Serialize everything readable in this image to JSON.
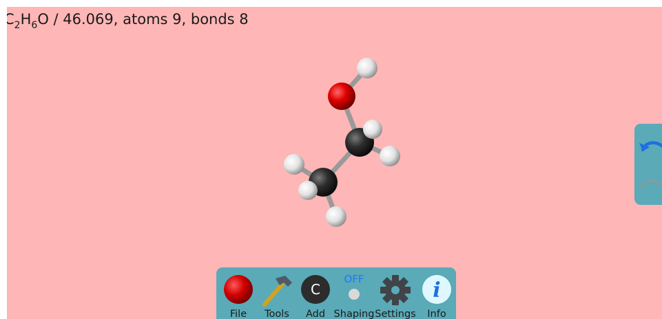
{
  "readout": {
    "formula_parts": [
      "C",
      "2",
      "H",
      "6",
      "O"
    ],
    "separator": " / ",
    "molar_mass": "46.069",
    "atoms_text": ", atoms 9",
    "bonds_text": ", bonds 8"
  },
  "molecule": {
    "atoms": [
      {
        "element": "O"
      },
      {
        "element": "H"
      },
      {
        "element": "C"
      },
      {
        "element": "C"
      },
      {
        "element": "H"
      },
      {
        "element": "H"
      },
      {
        "element": "H"
      },
      {
        "element": "H"
      },
      {
        "element": "H"
      }
    ]
  },
  "history": {
    "undo_icon": "undo-arrow-icon",
    "redo_icon": "redo-arrow-icon"
  },
  "toolbar": {
    "file_label": "File",
    "tools_label": "Tools",
    "add_label": "Add",
    "add_element": "C",
    "shaping_label": "Shaping",
    "shaping_state": "OFF",
    "settings_label": "Settings",
    "info_label": "Info",
    "info_glyph": "i"
  },
  "colors": {
    "background": "#ffb6b6",
    "panel": "#5aaab8",
    "oxygen": "#e00000",
    "carbon": "#2a2a2a",
    "hydrogen": "#e8e8e8",
    "shaping_state": "#1e78ff"
  }
}
